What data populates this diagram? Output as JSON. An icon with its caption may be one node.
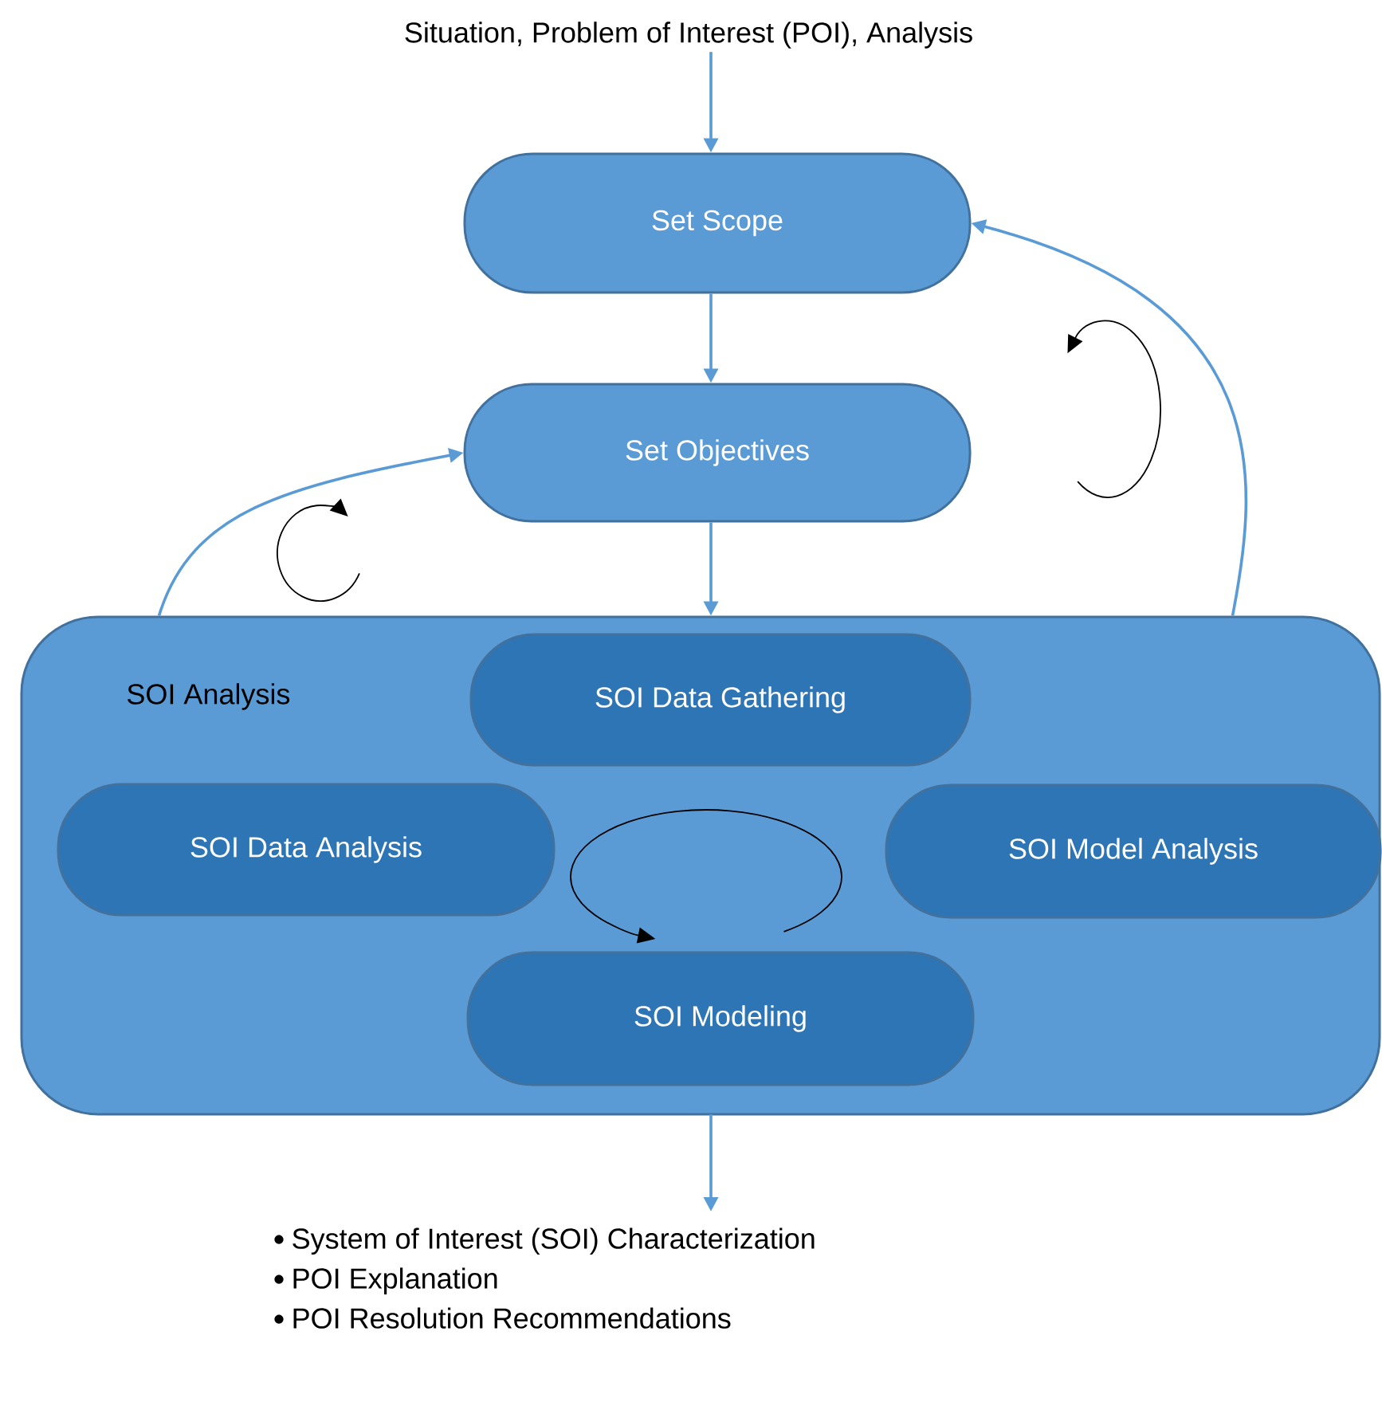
{
  "diagram": {
    "nodes": [
      {
        "text": [
          "Situation, Problem of Interest (POI), Analysis"
        ]
      },
      {
        "text": [
          "Set Scope"
        ]
      },
      {
        "text": [
          "Set Objectives"
        ]
      },
      {
        "text": [
          "SOI Analysis"
        ]
      },
      {
        "text": [
          "SOI Data Gathering"
        ],
        "in": 3
      },
      {
        "text": [
          "SOI Data Analysis"
        ],
        "in": 3
      },
      {
        "text": [
          "SOI Model Analysis"
        ],
        "in": 3
      },
      {
        "text": [
          "SOI Modeling"
        ],
        "in": 3
      },
      {
        "text": [
          "System of Interest (SOI) Characterization",
          "POI Explanation",
          "POI Resolution Recommendations"
        ]
      }
    ],
    "edges": [
      {
        "from": 0,
        "to": 1,
        "arrow": "to"
      },
      {
        "from": 1,
        "to": 2,
        "arrow": "to"
      },
      {
        "from": 2,
        "to": 3,
        "arrow": "to"
      },
      {
        "from": 3,
        "to": 2,
        "arrow": "to"
      },
      {
        "from": 3,
        "to": 1,
        "arrow": "to"
      },
      {
        "from": 3,
        "to": 8,
        "arrow": "to"
      }
    ]
  }
}
